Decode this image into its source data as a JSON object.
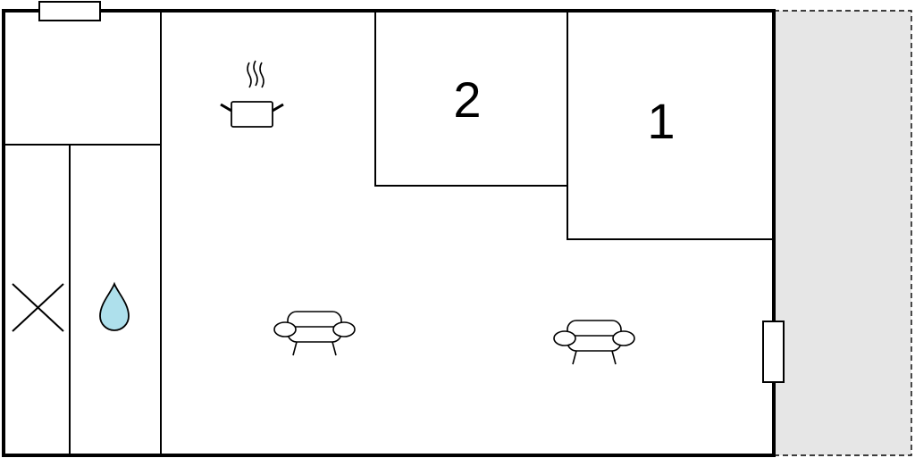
{
  "floorplan": {
    "rooms": [
      {
        "key": "bedroom-2",
        "label": "2"
      },
      {
        "key": "bedroom-1",
        "label": "1"
      }
    ],
    "icons": [
      {
        "key": "kitchen",
        "name": "cooking-pot-icon"
      },
      {
        "key": "shower",
        "name": "water-drop-icon"
      },
      {
        "key": "toilet",
        "name": "cross-icon"
      },
      {
        "key": "living-1",
        "name": "sofa-icon"
      },
      {
        "key": "living-2",
        "name": "sofa-icon"
      }
    ],
    "colors": {
      "walls": "#000000",
      "terrace": "#e6e6e6",
      "water": "#aee0ec"
    }
  }
}
